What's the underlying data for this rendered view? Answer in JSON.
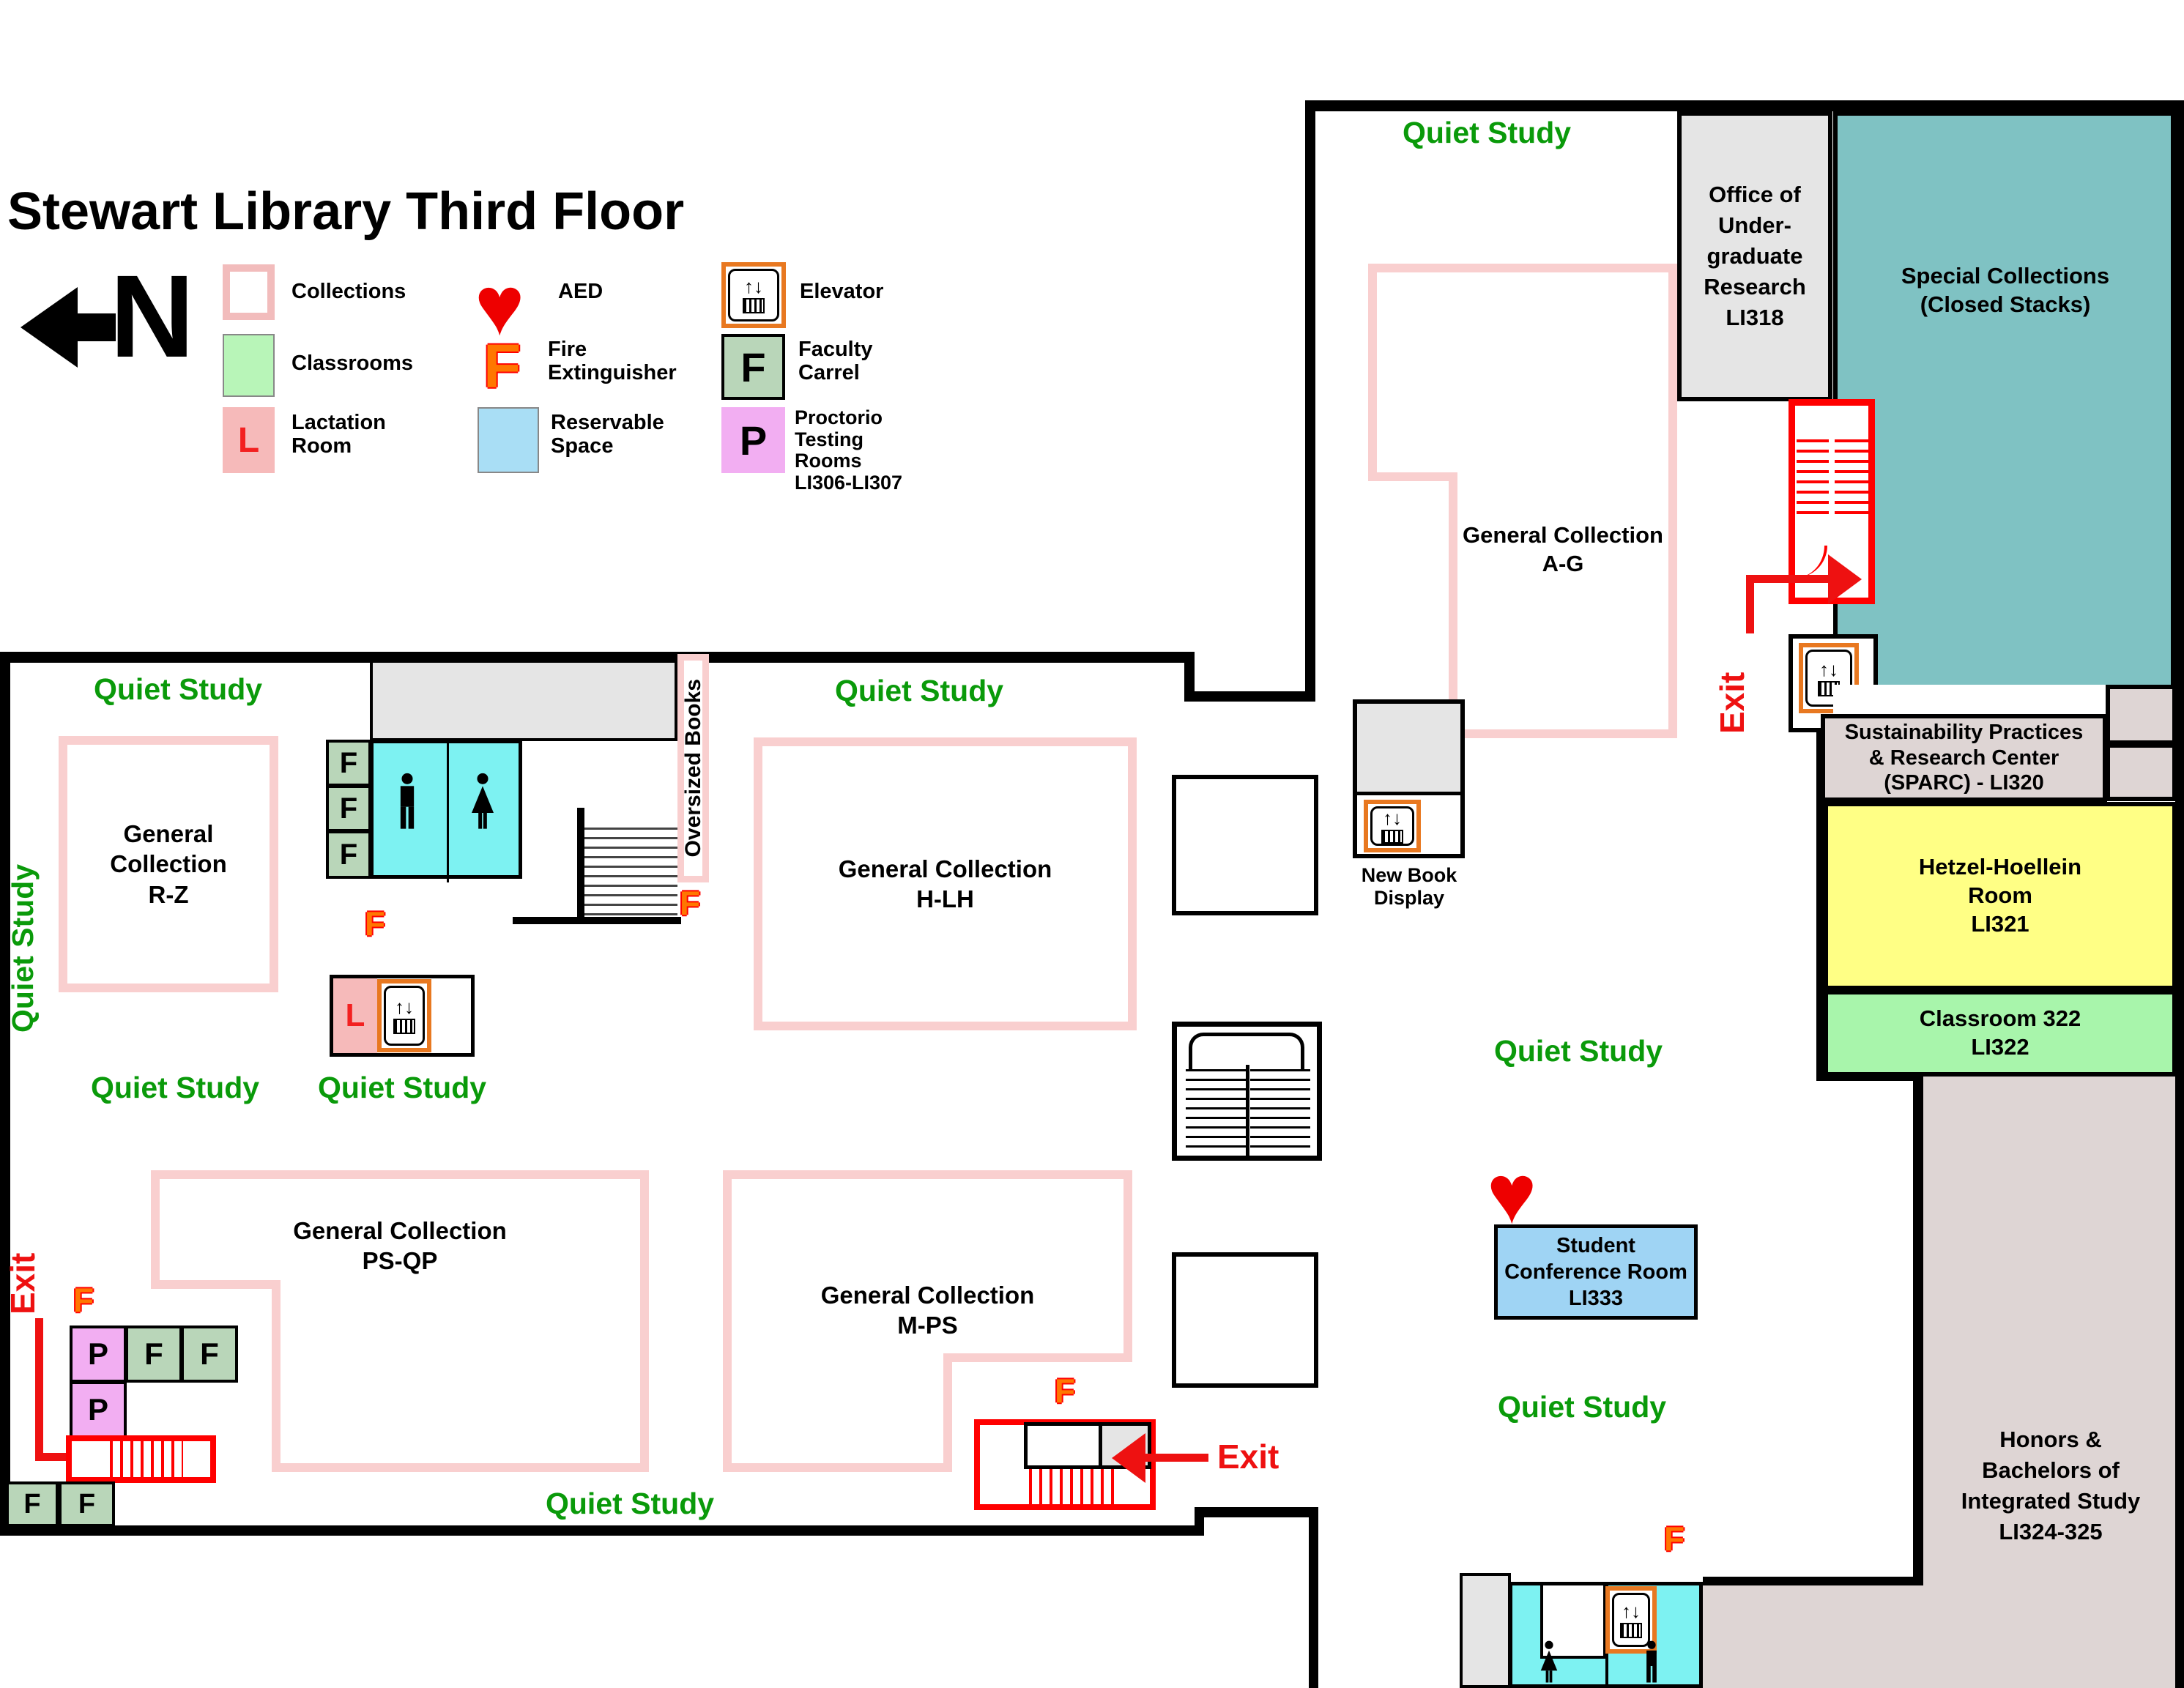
{
  "title": "Stewart Library Third Floor",
  "labels": {
    "quiet_study": "Quiet Study",
    "exit": "Exit",
    "f": "F",
    "l": "L",
    "p": "P",
    "n": "N",
    "elevator_arrows": "↑↓",
    "heart": "♥"
  },
  "legend": {
    "collections": "Collections",
    "classrooms": "Classrooms",
    "lactation": "Lactation\nRoom",
    "aed": "AED",
    "fire_extinguisher": "Fire\nExtinguisher",
    "reservable": "Reservable\nSpace",
    "elevator": "Elevator",
    "faculty_carrel": "Faculty\nCarrel",
    "proctorio": "Proctorio\nTesting\nRooms\nLI306-LI307"
  },
  "rooms": {
    "rz": "General\nCollection\nR-Z",
    "hlh": "General Collection\nH-LH",
    "psqp": "General Collection\nPS-QP",
    "mps": "General Collection\nM-PS",
    "ag": "General Collection\nA-G",
    "li318": "Office of\nUnder-\ngraduate\nResearch\nLI318",
    "special_collections": "Special Collections\n(Closed Stacks)",
    "sparc": "Sustainability Practices\n& Research Center\n(SPARC) - LI320",
    "hetzel": "Hetzel-Hoellein\nRoom\nLI321",
    "classroom322": "Classroom 322\nLI322",
    "honors": "Honors &\nBachelors of\nIntegrated Study\nLI324-325",
    "conference": "Student\nConference Room\nLI333",
    "new_book": "New Book\nDisplay",
    "oversized": "Oversized Books"
  },
  "colors": {
    "quiet_green": "#0a9a0a",
    "exit_red": "#ee1111",
    "stair_red": "#ff0000",
    "fire_orange": "#ff7700",
    "elevator_orange": "#e87820",
    "collections_pink": "#f9cfcf",
    "lactation_pink": "#f6baba",
    "classroom_green": "#a8f5ab",
    "faculty_sage": "#b9d6b9",
    "proctorio_violet": "#f2aef2",
    "reservable_blue": "#9fd4f4",
    "restroom_cyan": "#7df2f2",
    "special_teal": "#7fc2c3",
    "sparc_mauve": "#ded5d4",
    "hetzel_yellow": "#ffff85",
    "gray": "#e5e5e5"
  }
}
